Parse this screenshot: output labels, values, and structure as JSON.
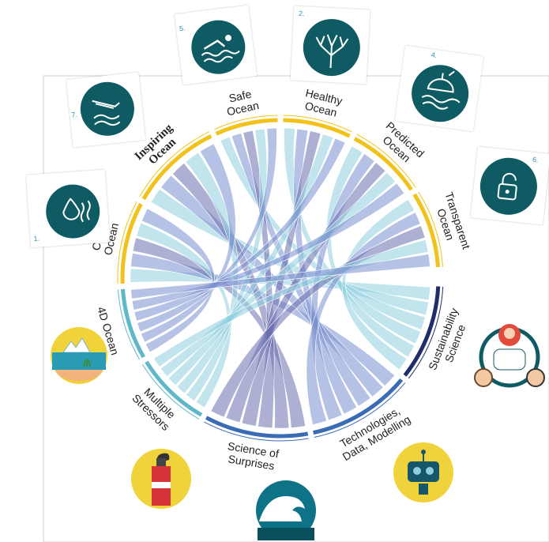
{
  "colors": {
    "goal_arc": "#f2c21b",
    "challenge_arc_light": "#5fb8c9",
    "challenge_arc_mid": "#3a6bb5",
    "challenge_arc_dark": "#1e2e6b",
    "icon_teal": "#0f5b63",
    "icon_yellow": "#f0d23a",
    "ribbon_light": "#8fd0de",
    "ribbon_mid": "#7a8fd0",
    "ribbon_dark": "#6b6fae"
  },
  "goals": [
    {
      "key": "clean",
      "label_lines": [
        "Clean",
        "Ocean"
      ],
      "number": "1.",
      "icon": "water-drop-waves-icon"
    },
    {
      "key": "healthy",
      "label_lines": [
        "Healthy",
        "Ocean"
      ],
      "number": "2.",
      "icon": "coral-icon"
    },
    {
      "key": "predicted",
      "label_lines": [
        "Predicted",
        "Ocean"
      ],
      "number": "4.",
      "icon": "buoy-icon"
    },
    {
      "key": "safe",
      "label_lines": [
        "Safe",
        "Ocean"
      ],
      "number": "5.",
      "icon": "swimmer-icon"
    },
    {
      "key": "transparent",
      "label_lines": [
        "Transparent",
        "Ocean"
      ],
      "number": "6.",
      "icon": "padlock-icon"
    },
    {
      "key": "inspiring",
      "label_lines": [
        "Inspiring",
        "Ocean"
      ],
      "number": "7.",
      "icon": "hand-waves-icon"
    }
  ],
  "challenges": [
    {
      "key": "sustain",
      "label_lines": [
        "Sustainability",
        "Science"
      ],
      "icon": "people-network-icon"
    },
    {
      "key": "tech",
      "label_lines": [
        "Technologies,",
        "Data, Modelling"
      ],
      "icon": "robot-icon"
    },
    {
      "key": "surprises",
      "label_lines": [
        "Science of",
        "Surprises"
      ],
      "icon": "wave-icon"
    },
    {
      "key": "stressors",
      "label_lines": [
        "Multiple",
        "Stressors"
      ],
      "icon": "smokestack-icon"
    },
    {
      "key": "ocean4d",
      "label_lines": [
        "4D Ocean"
      ],
      "icon": "iceberg-seabed-icon"
    }
  ]
}
